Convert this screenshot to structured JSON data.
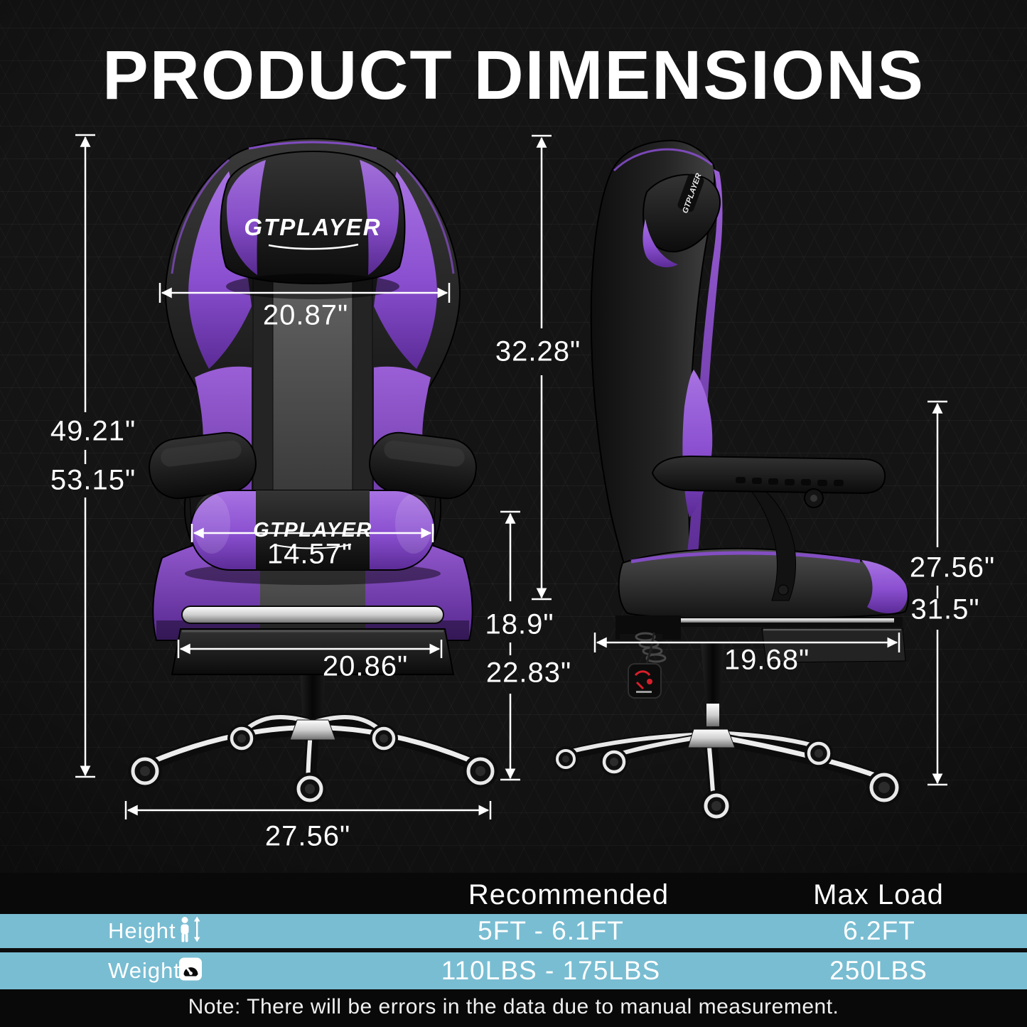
{
  "title": "PRODUCT DIMENSIONS",
  "brand_logo": "GTPLAYER",
  "front_view": {
    "overall_height_min": "49.21\"",
    "overall_height_max": "53.15\"",
    "backrest_width": "20.87\"",
    "lumbar_pillow_width": "14.57\"",
    "seat_width": "20.86\"",
    "base_width": "27.56\"",
    "seat_height_min": "18.9\"",
    "seat_height_max": "22.83\""
  },
  "side_view": {
    "backrest_height": "32.28\"",
    "armrest_height_min": "27.56\"",
    "armrest_height_max": "31.5\"",
    "seat_depth": "19.68\""
  },
  "spec_table": {
    "col_recommended": "Recommended",
    "col_max_load": "Max Load",
    "rows": [
      {
        "label": "Height",
        "icon": "person-height-icon",
        "recommended": "5FT - 6.1FT",
        "max": "6.2FT"
      },
      {
        "label": "Weight",
        "icon": "weight-scale-icon",
        "recommended": "110LBS - 175LBS",
        "max": "250LBS"
      }
    ]
  },
  "note": "Note: There will be errors in the data due to manual measurement.",
  "icons": {
    "height_row": "person-height-icon",
    "weight_row": "weight-scale-icon"
  },
  "colors": {
    "background": "#141414",
    "accent_purple": "#8a4fd0",
    "table_blue": "#79bdd2",
    "dimension_lines": "#ffffff",
    "warning_tag_red": "#d81f2a"
  }
}
